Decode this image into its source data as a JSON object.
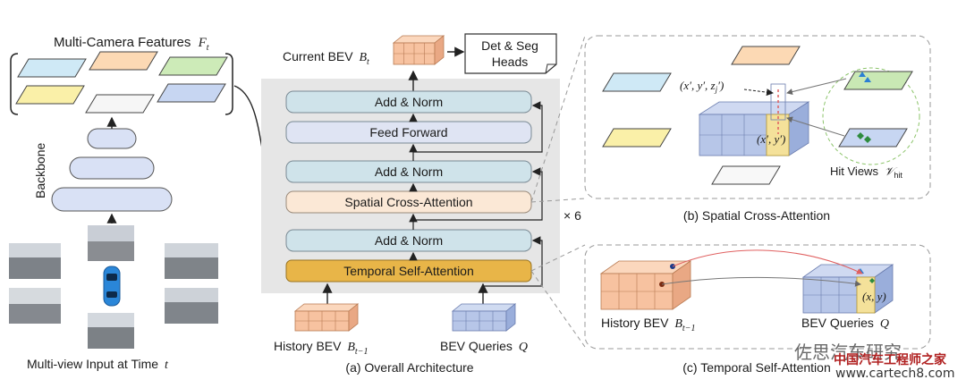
{
  "left": {
    "features_title": "Multi-Camera Features",
    "features_symbol": "F",
    "features_sub": "t",
    "backbone": "Backbone",
    "input_caption": "Multi-view Input at Time",
    "input_time": "t"
  },
  "main": {
    "current_bev": "Current BEV",
    "current_bev_symbol": "B",
    "current_bev_sub": "t",
    "heads": [
      "Det & Seg",
      "Heads"
    ],
    "blocks": {
      "add_norm": "Add & Norm",
      "feed_forward": "Feed Forward",
      "spatial_ca": "Spatial Cross-Attention",
      "temporal_sa": "Temporal Self-Attention"
    },
    "repeat": "× 6",
    "history_bev": "History BEV",
    "history_symbol": "B",
    "history_sub": "t−1",
    "bev_queries": "BEV Queries",
    "bev_queries_symbol": "Q",
    "caption": "(a) Overall Architecture"
  },
  "spatial": {
    "point3d": "(x′, y′, z",
    "point3d_sub": "j",
    "point3d_end": "′)",
    "point2d": "(x′, y′)",
    "hit_views": "Hit Views",
    "hit_symbol": "𝒱",
    "hit_sub": "hit",
    "caption": "(b) Spatial Cross-Attention"
  },
  "temporal": {
    "history_bev": "History BEV",
    "history_symbol": "B",
    "history_sub": "t−1",
    "bev_queries": "BEV Queries",
    "bev_queries_symbol": "Q",
    "point": "(x, y)",
    "caption": "(c) Temporal Self-Attention"
  },
  "watermark": {
    "line1": "佐思汽车研究",
    "line2": "中国汽车工程师之家",
    "url": "www.cartech8.com"
  },
  "colors": {
    "teal_block": "#cfe3ea",
    "ff_block": "#dfe4f3",
    "spatial_block": "#fbe8d6",
    "temporal_block": "#e8b548",
    "orange_bev": "#f7c7a6",
    "blue_bev": "#b7c6e8",
    "hit_green": "#8cc46a"
  }
}
